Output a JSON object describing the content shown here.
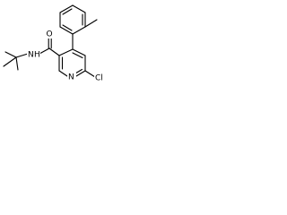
{
  "molecule": {
    "atoms": {
      "n_amide": "N",
      "h_amide": "H",
      "o_carbonyl": "O",
      "n_pyridine": "N",
      "cl": "Cl"
    }
  }
}
